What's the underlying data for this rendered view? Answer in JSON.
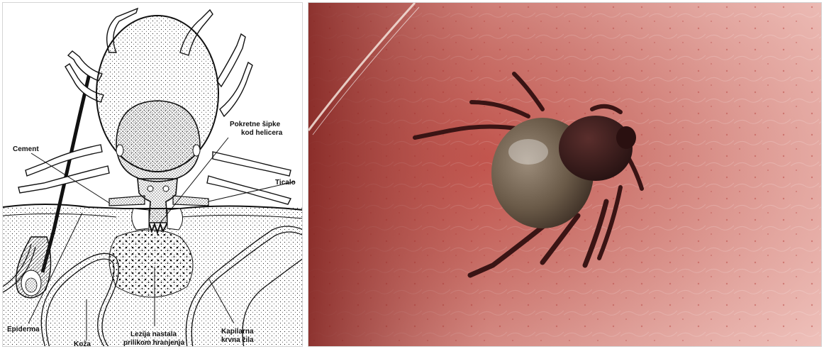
{
  "labels": {
    "cement": "Cement",
    "chelicerae_line1": "Pokretne šipke",
    "chelicerae_line2": "kod helicera",
    "palp": "Ticalo",
    "epidermis": "Epiderma",
    "skin": "Koža",
    "lesion_line1": "Lezija nastala",
    "lesion_line2": "prilikom hranjenja",
    "capillary_line1": "Kapilarna",
    "capillary_line2": "krvna žila"
  },
  "colors": {
    "ink": "#111111",
    "skin_photo": "#c7706a",
    "tick_body": "#6a5a48",
    "tick_scutum": "#3a1c1c"
  }
}
